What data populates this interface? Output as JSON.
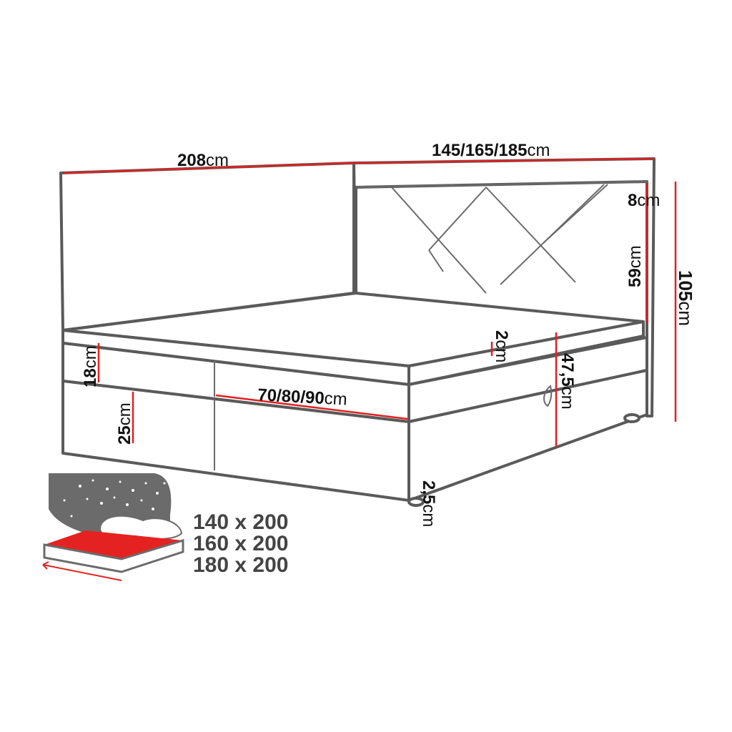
{
  "dimensions": {
    "length": {
      "value": "208",
      "unit": "cm"
    },
    "width": {
      "value": "145/165/185",
      "unit": "cm"
    },
    "headboard_top": {
      "value": "8",
      "unit": "cm"
    },
    "headboard_height": {
      "value": "59",
      "unit": "cm"
    },
    "total_height": {
      "value": "105",
      "unit": "cm"
    },
    "topper": {
      "value": "2",
      "unit": "cm"
    },
    "mattress": {
      "value": "18",
      "unit": "cm"
    },
    "box": {
      "value": "25",
      "unit": "cm"
    },
    "section_width": {
      "value": "70/80/90",
      "unit": "cm"
    },
    "bed_height": {
      "value": "47,5",
      "unit": "cm"
    },
    "feet": {
      "value": "2,5",
      "unit": "cm"
    }
  },
  "sizes": [
    "140 x 200",
    "160 x 200",
    "180 x 200"
  ],
  "colors": {
    "outline": "#5a5a5a",
    "dimension_line": "#e02020",
    "mattress_icon": "#e52222",
    "night_sky": "#6b6b6b"
  },
  "icons": {
    "mattress": "mattress-icon"
  }
}
